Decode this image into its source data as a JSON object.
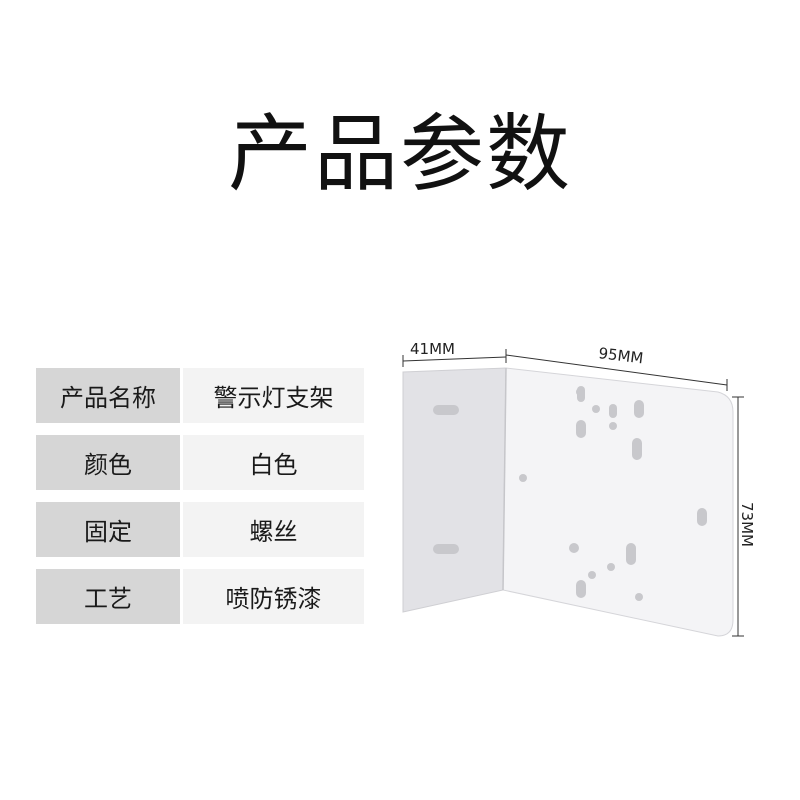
{
  "title": "产品参数",
  "specs": [
    {
      "label": "产品名称",
      "value": "警示灯支架"
    },
    {
      "label": "颜色",
      "value": "白色"
    },
    {
      "label": "固定",
      "value": "螺丝"
    },
    {
      "label": "工艺",
      "value": "喷防锈漆"
    }
  ],
  "dimensions": {
    "side_width": "41MM",
    "front_width": "95MM",
    "height": "73MM"
  },
  "colors": {
    "label_bg": "#d6d6d6",
    "value_bg": "#f3f3f3",
    "bracket": "#f4f4f6"
  }
}
